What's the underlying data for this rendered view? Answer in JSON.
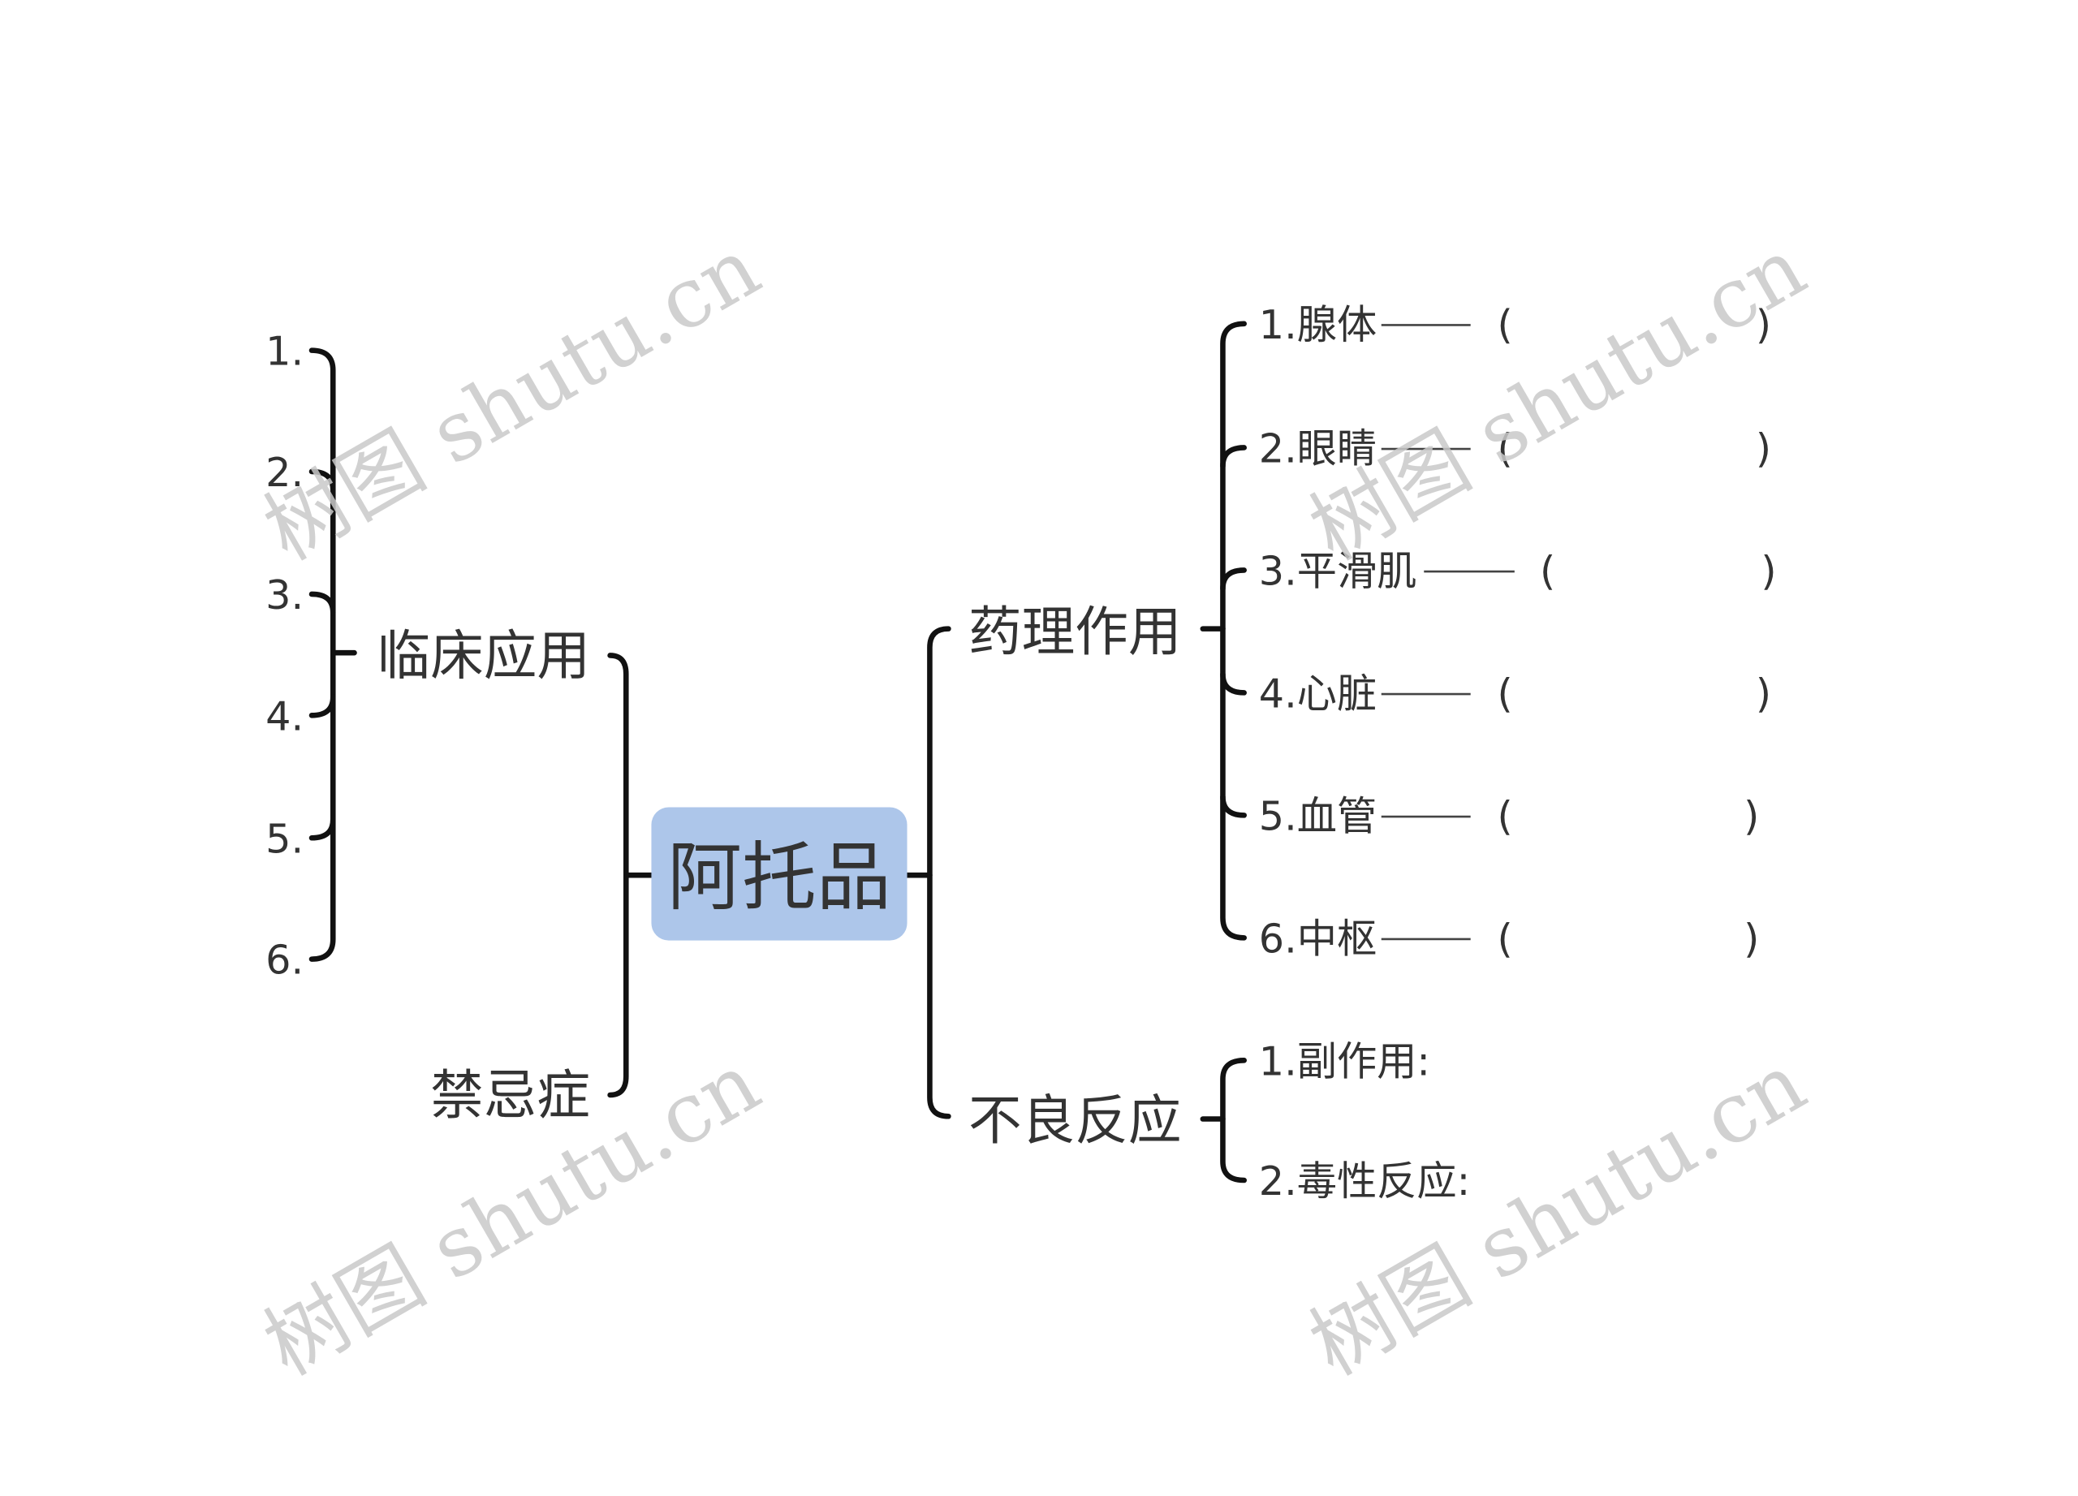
{
  "root": {
    "label": "阿托品",
    "color": "#adc6ea"
  },
  "left": {
    "clinical": {
      "label": "临床应用",
      "items": [
        "1.",
        "2.",
        "3.",
        "4.",
        "5.",
        "6."
      ]
    },
    "contraindication": {
      "label": "禁忌症"
    }
  },
  "right": {
    "pharmacology": {
      "label": "药理作用",
      "items": [
        {
          "label": "1.腺体",
          "open": "(",
          "close": ")"
        },
        {
          "label": "2.眼睛",
          "open": "(",
          "close": ")"
        },
        {
          "label": "3.平滑肌",
          "open": "(",
          "close": ")"
        },
        {
          "label": "4.心脏",
          "open": "(",
          "close": ")"
        },
        {
          "label": "5.血管",
          "open": "(",
          "close": ")"
        },
        {
          "label": "6.中枢",
          "open": "(",
          "close": ")"
        }
      ]
    },
    "adverse": {
      "label": "不良反应",
      "items": [
        "1.副作用:",
        "2.毒性反应:"
      ]
    }
  },
  "watermark": "树图 shutu.cn"
}
